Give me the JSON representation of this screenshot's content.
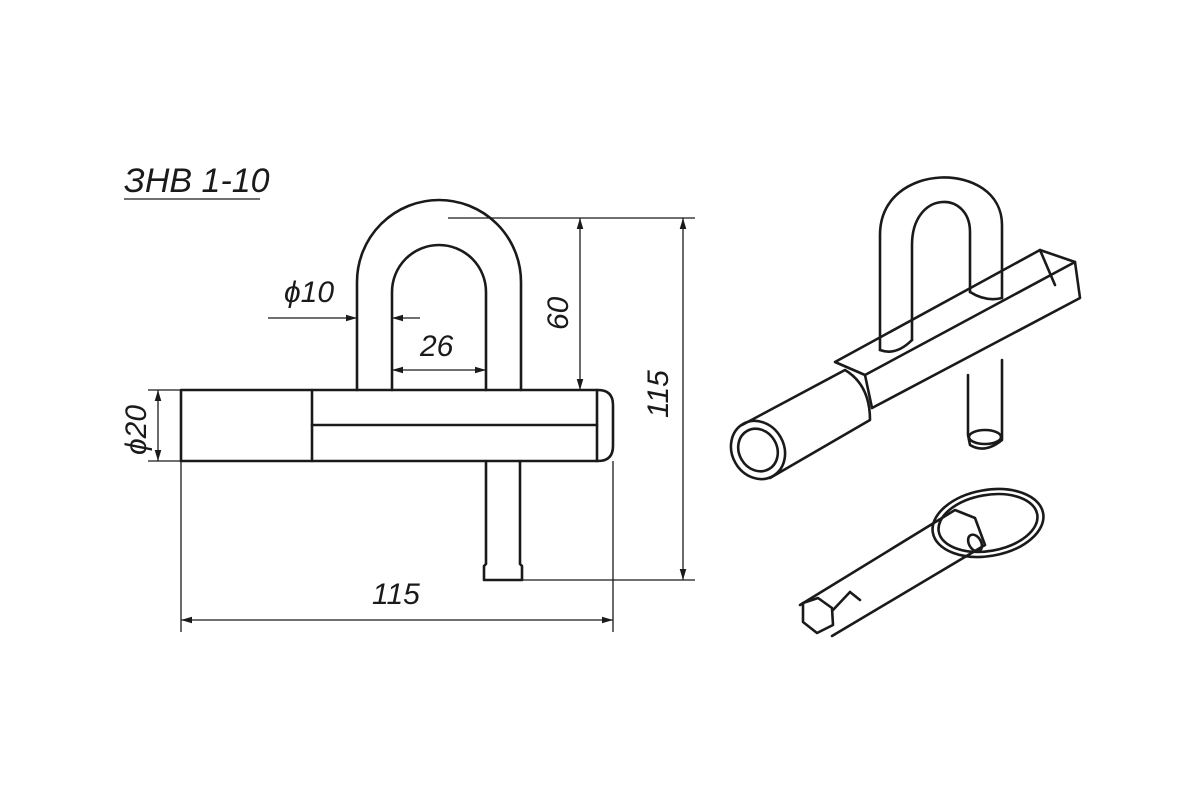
{
  "title": "ЗНВ 1-10",
  "dimensions": {
    "rod_diameter": "ϕ10",
    "inner_width": "26",
    "handle_height": "60",
    "body_diameter": "ϕ20",
    "total_height": "115",
    "total_length": "115"
  }
}
